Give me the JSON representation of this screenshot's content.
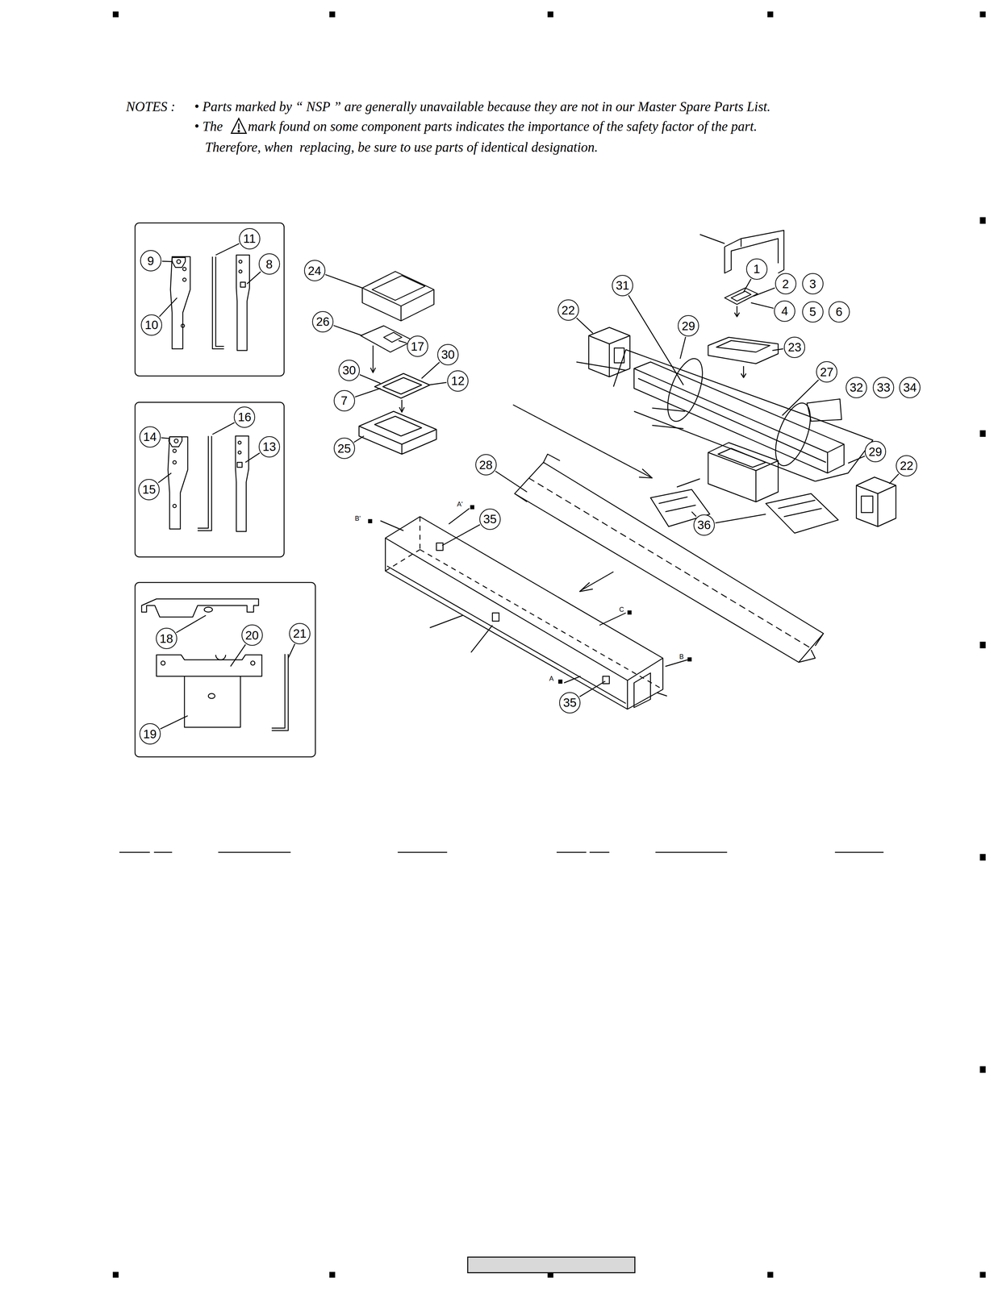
{
  "diagram": {
    "nodes": [
      {
        "text": [
          "11"
        ]
      },
      {
        "text": [
          "9"
        ]
      },
      {
        "text": [
          "8"
        ]
      },
      {
        "text": [
          "1"
        ]
      },
      {
        "text": [
          "24"
        ]
      },
      {
        "text": [
          "2"
        ]
      },
      {
        "text": [
          "3"
        ]
      },
      {
        "text": [
          "31"
        ]
      },
      {
        "text": [
          "22"
        ]
      },
      {
        "text": [
          "4"
        ]
      },
      {
        "text": [
          "5"
        ]
      },
      {
        "text": [
          "6"
        ]
      },
      {
        "text": [
          "26"
        ]
      },
      {
        "text": [
          "10"
        ]
      },
      {
        "text": [
          "29"
        ]
      },
      {
        "text": [
          "17"
        ]
      },
      {
        "text": [
          "23"
        ]
      },
      {
        "text": [
          "30"
        ]
      },
      {
        "text": [
          "30"
        ]
      },
      {
        "text": [
          "27"
        ]
      },
      {
        "text": [
          "12"
        ]
      },
      {
        "text": [
          "32"
        ]
      },
      {
        "text": [
          "33"
        ]
      },
      {
        "text": [
          "34"
        ]
      },
      {
        "text": [
          "7"
        ]
      },
      {
        "text": [
          "16"
        ]
      },
      {
        "text": [
          "14"
        ]
      },
      {
        "text": [
          "13"
        ]
      },
      {
        "text": [
          "25"
        ]
      },
      {
        "text": [
          "29"
        ]
      },
      {
        "text": [
          "28"
        ]
      },
      {
        "text": [
          "22"
        ]
      },
      {
        "text": [
          "15"
        ]
      },
      {
        "text": [
          "35"
        ]
      },
      {
        "text": [
          "36"
        ]
      },
      {
        "text": [
          "21"
        ]
      },
      {
        "text": [
          "20"
        ]
      },
      {
        "text": [
          "18"
        ]
      },
      {
        "text": [
          "35"
        ]
      },
      {
        "text": [
          "19"
        ]
      }
    ],
    "labels": [
      "NOTES :",
      "• Parts marked by “ NSP ” are generally unavailable because they are not in our Master Spare Parts List.",
      "• The",
      "mark found on some component parts indicates the importance of the safety factor of the part.",
      "Therefore, when  replacing, be sure to use parts of identical designation.",
      "B'",
      "A'",
      "C",
      "B",
      "A"
    ]
  }
}
